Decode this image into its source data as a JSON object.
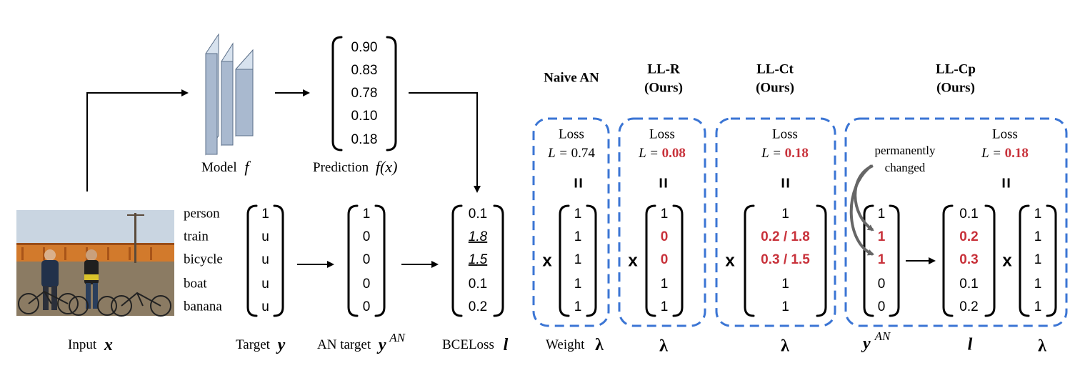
{
  "labels": {
    "input": "Input",
    "input_sym": "x",
    "model": "Model",
    "model_sym": "f",
    "prediction": "Prediction",
    "prediction_sym": "f(x)",
    "target": "Target",
    "target_sym": "y",
    "an_target": "AN target",
    "an_target_sym": "y",
    "an_sup": "AN",
    "bce": "BCELoss",
    "bce_sym": "l",
    "weight": "Weight",
    "lambda_sym": "λ",
    "y_an_sym": "y",
    "l_sym": "l",
    "equals": "=",
    "times": "x",
    "permanently_1": "permanently",
    "permanently_2": "changed"
  },
  "classes": [
    "person",
    "train",
    "bicycle",
    "boat",
    "banana"
  ],
  "prediction": [
    "0.90",
    "0.83",
    "0.78",
    "0.10",
    "0.18"
  ],
  "target": [
    "1",
    "u",
    "u",
    "u",
    "u"
  ],
  "an_target": [
    "1",
    "0",
    "0",
    "0",
    "0"
  ],
  "bce_loss": [
    "0.1",
    "1.8",
    "1.5",
    "0.1",
    "0.2"
  ],
  "methods": {
    "naive": {
      "title_1": "Naive AN",
      "title_2": "",
      "loss_label": "Loss",
      "loss_eq": "L = ",
      "loss_value": "0.74",
      "weights": [
        "1",
        "1",
        "1",
        "1",
        "1"
      ]
    },
    "llr": {
      "title_1": "LL-R",
      "title_2": "(Ours)",
      "loss_label": "Loss",
      "loss_eq": "L = ",
      "loss_value": "0.08",
      "weights": [
        "1",
        "0",
        "0",
        "1",
        "1"
      ]
    },
    "llct": {
      "title_1": "LL-Ct",
      "title_2": "(Ours)",
      "loss_label": "Loss",
      "loss_eq": "L = ",
      "loss_value": "0.18",
      "weights": [
        "1",
        "0.2 / 1.8",
        "0.3 / 1.5",
        "1",
        "1"
      ]
    },
    "llcp": {
      "title_1": "LL-Cp",
      "title_2": "(Ours)",
      "loss_label": "Loss",
      "loss_eq": "L = ",
      "loss_value": "0.18",
      "y_an": [
        "1",
        "1",
        "1",
        "0",
        "0"
      ],
      "l": [
        "0.1",
        "0.2",
        "0.3",
        "0.1",
        "0.2"
      ],
      "weights": [
        "1",
        "1",
        "1",
        "1",
        "1"
      ]
    }
  },
  "colors": {
    "red": "#c8313a",
    "dashed_border": "#3b75d4",
    "model_layer_fill": "#a9b9cf",
    "model_layer_side": "#d7e2ee"
  }
}
